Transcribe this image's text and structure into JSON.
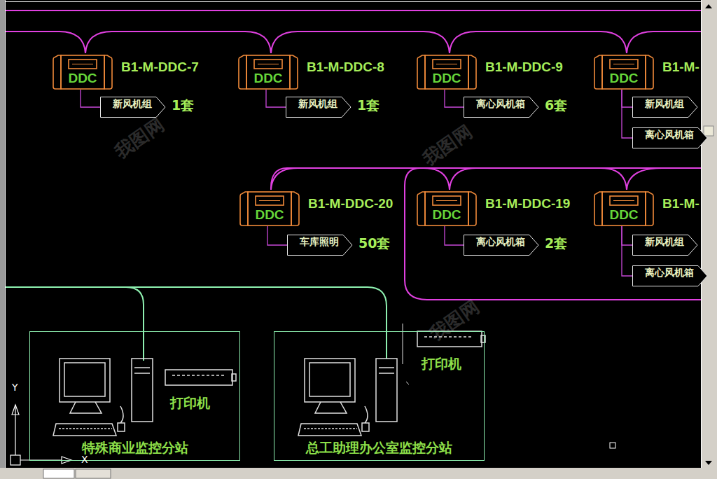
{
  "diagram": {
    "nodes": [
      {
        "text": [
          "DDC",
          "B1-M-DDC-7"
        ]
      },
      {
        "text": [
          "新风机组",
          "1套"
        ]
      },
      {
        "text": [
          "DDC",
          "B1-M-DDC-8"
        ]
      },
      {
        "text": [
          "新风机组",
          "1套"
        ]
      },
      {
        "text": [
          "DDC",
          "B1-M-DDC-9"
        ]
      },
      {
        "text": [
          "离心风机箱",
          "6套"
        ]
      },
      {
        "text": [
          "DDC",
          "B1-M-"
        ]
      },
      {
        "text": [
          "新风机组"
        ]
      },
      {
        "text": [
          "离心风机箱"
        ]
      },
      {
        "text": [
          "DDC",
          "B1-M-DDC-20"
        ]
      },
      {
        "text": [
          "车库照明",
          "50套"
        ]
      },
      {
        "text": [
          "DDC",
          "B1-M-DDC-19"
        ]
      },
      {
        "text": [
          "离心风机箱",
          "2套"
        ]
      },
      {
        "text": [
          "DDC",
          "B1-M-"
        ]
      },
      {
        "text": [
          "新风机组"
        ]
      },
      {
        "text": [
          "离心风机箱"
        ]
      },
      {
        "text": [
          "特殊商业监控分站"
        ]
      },
      {
        "text": [
          "总工助理办公室监控分站"
        ]
      }
    ],
    "edges": [
      {
        "from": 0,
        "to": 1,
        "arrow": "none"
      },
      {
        "from": 2,
        "to": 3,
        "arrow": "none"
      },
      {
        "from": 4,
        "to": 5,
        "arrow": "none"
      },
      {
        "from": 6,
        "to": 7,
        "arrow": "none"
      },
      {
        "from": 6,
        "to": 8,
        "arrow": "none"
      },
      {
        "from": 9,
        "to": 10,
        "arrow": "none"
      },
      {
        "from": 11,
        "to": 12,
        "arrow": "none"
      },
      {
        "from": 13,
        "to": 14,
        "arrow": "none"
      },
      {
        "from": 13,
        "to": 15,
        "arrow": "none"
      }
    ],
    "labels": [
      "打印机",
      "打印机",
      "我图网",
      "我图网",
      "我图网",
      "Y",
      "X"
    ]
  }
}
